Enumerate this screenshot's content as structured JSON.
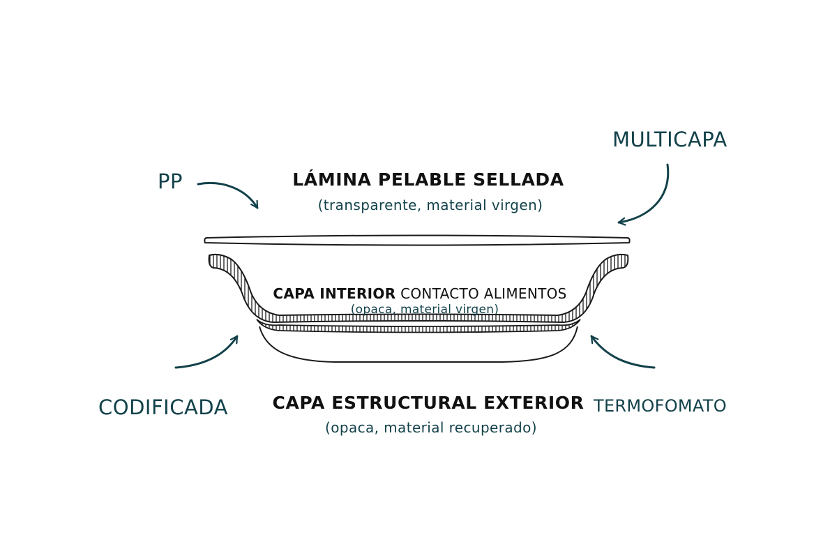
{
  "labels": {
    "pp": "PP",
    "multicapa": "MULTICAPA",
    "codificada": "CODIFICADA",
    "termofomato": "TERMOFOMATO"
  },
  "layers": {
    "film": {
      "title": "LÁMINA PELABLE SELLADA",
      "subtitle": "(transparente, material virgen)"
    },
    "inner": {
      "title_bold": "CAPA INTERIOR",
      "title_rest": " CONTACTO ALIMENTOS",
      "subtitle": "(opaca, material virgen)"
    },
    "outer": {
      "title": "CAPA ESTRUCTURAL EXTERIOR",
      "subtitle": "(opaca, material recuperado)"
    }
  },
  "colors": {
    "accent": "#12414a",
    "ink": "#111111",
    "background": "#ffffff"
  },
  "icons": [
    "curved-arrow-icon"
  ]
}
